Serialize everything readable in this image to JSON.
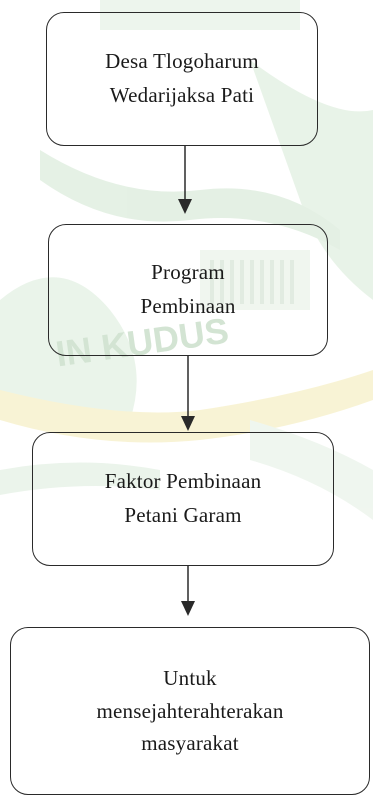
{
  "colors": {
    "stroke": "#2a2a2a",
    "text": "#1a1a1a",
    "watermark_green": "#cfe6d2",
    "watermark_gold": "#f3e7a6"
  },
  "flowchart": {
    "nodes": [
      {
        "lines": [
          "Desa Tlogoharum",
          "Wedarijaksa Pati"
        ]
      },
      {
        "lines": [
          "Program",
          "Pembinaan"
        ]
      },
      {
        "lines": [
          "Faktor Pembinaan",
          "Petani Garam"
        ]
      },
      {
        "lines": [
          "Untuk",
          "mensejahterahterakan",
          "masyarakat"
        ]
      }
    ]
  },
  "watermark": {
    "text": "IN KUDUS"
  }
}
